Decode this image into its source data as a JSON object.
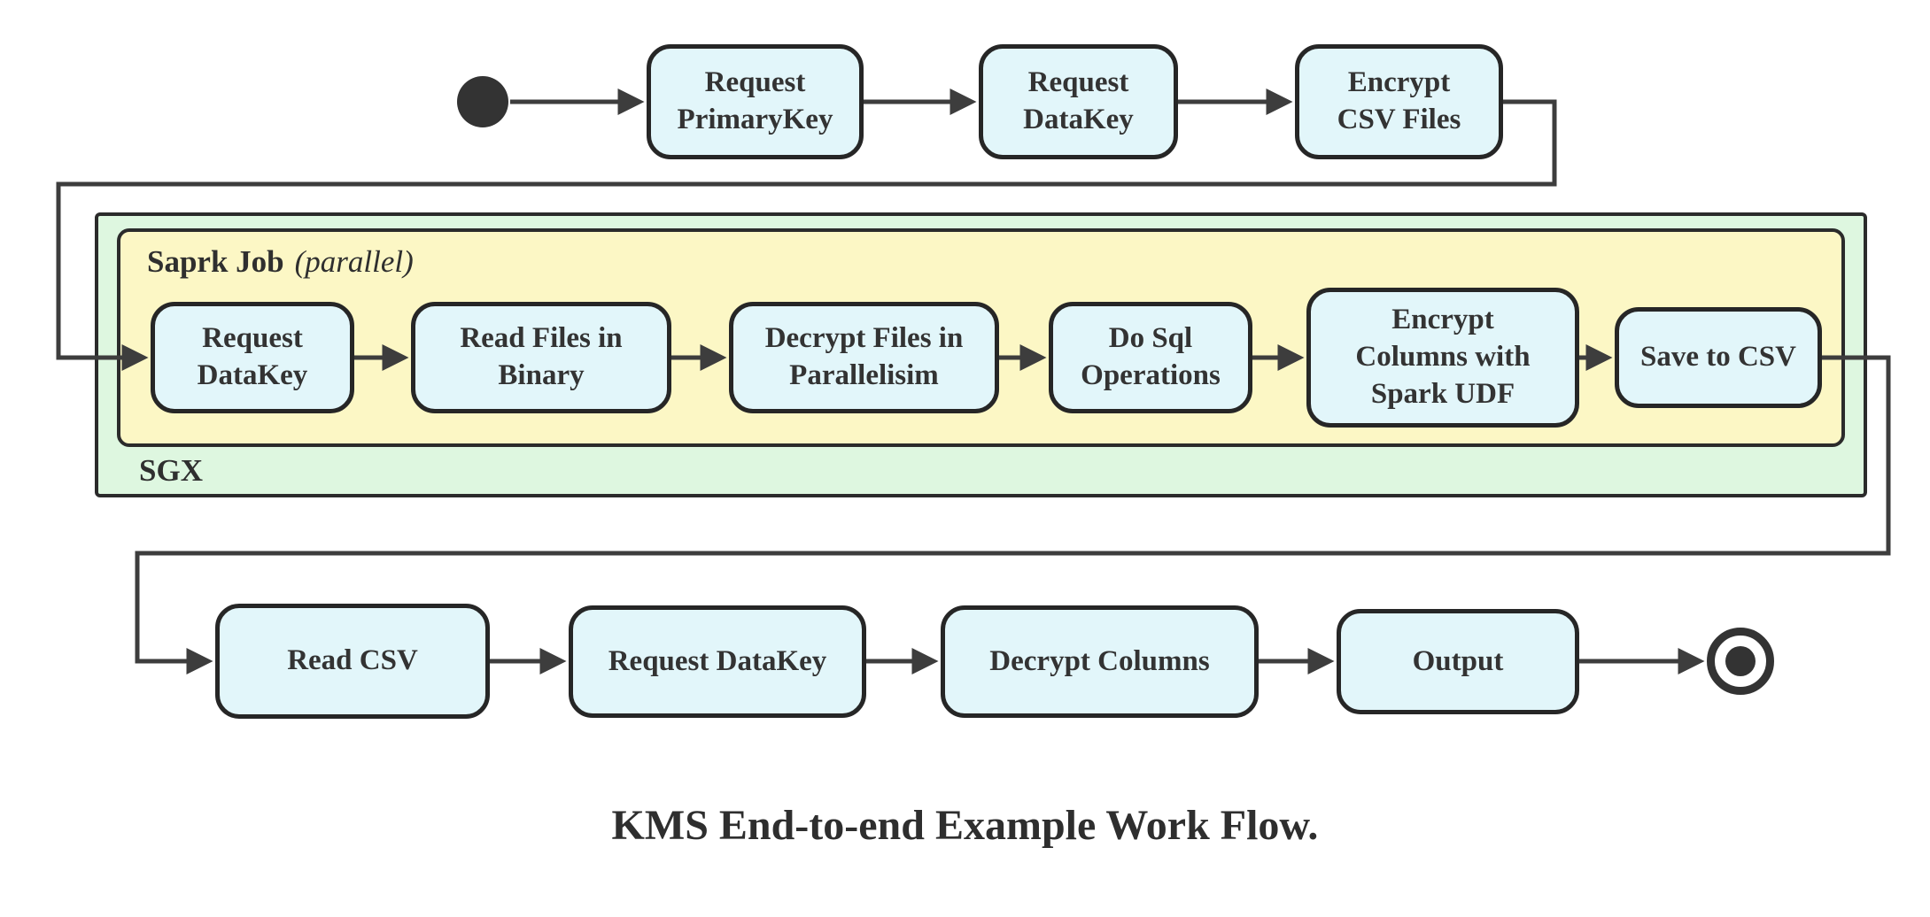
{
  "diagram": {
    "caption": "KMS End-to-end Example Work Flow.",
    "colors": {
      "node_fill": "#e2f6fa",
      "node_border": "#262626",
      "sgx_container_fill": "#def7e0",
      "spark_container_fill": "#fcf7c5",
      "edge": "#3d3d3d",
      "text": "#333333"
    },
    "containers": {
      "sgx": {
        "label": "SGX"
      },
      "spark": {
        "label": "Saprk Job",
        "annotation": "(parallel)"
      }
    },
    "nodes": {
      "req_primarykey": {
        "label": "Request\nPrimaryKey"
      },
      "req_datakey_top": {
        "label": "Request\nDataKey"
      },
      "encrypt_csv": {
        "label": "Encrypt\nCSV Files"
      },
      "req_datakey_sgx": {
        "label": "Request\nDataKey"
      },
      "read_files_binary": {
        "label": "Read Files in\nBinary"
      },
      "decrypt_files_parallel": {
        "label": "Decrypt Files in\nParallelisim"
      },
      "do_sql": {
        "label": "Do Sql\nOperations"
      },
      "encrypt_columns_udf": {
        "label": "Encrypt\nColumns with\nSpark UDF"
      },
      "save_to_csv": {
        "label": "Save to CSV"
      },
      "read_csv": {
        "label": "Read CSV"
      },
      "req_datakey_out": {
        "label": "Request DataKey"
      },
      "decrypt_columns": {
        "label": "Decrypt Columns"
      },
      "output": {
        "label": "Output"
      }
    },
    "edges": [
      {
        "from": "start",
        "to": "req_primarykey"
      },
      {
        "from": "req_primarykey",
        "to": "req_datakey_top"
      },
      {
        "from": "req_datakey_top",
        "to": "encrypt_csv"
      },
      {
        "from": "encrypt_csv",
        "to": "req_datakey_sgx"
      },
      {
        "from": "req_datakey_sgx",
        "to": "read_files_binary"
      },
      {
        "from": "read_files_binary",
        "to": "decrypt_files_parallel"
      },
      {
        "from": "decrypt_files_parallel",
        "to": "do_sql"
      },
      {
        "from": "do_sql",
        "to": "encrypt_columns_udf"
      },
      {
        "from": "encrypt_columns_udf",
        "to": "save_to_csv"
      },
      {
        "from": "save_to_csv",
        "to": "read_csv"
      },
      {
        "from": "read_csv",
        "to": "req_datakey_out"
      },
      {
        "from": "req_datakey_out",
        "to": "decrypt_columns"
      },
      {
        "from": "decrypt_columns",
        "to": "output"
      },
      {
        "from": "output",
        "to": "end"
      }
    ]
  }
}
